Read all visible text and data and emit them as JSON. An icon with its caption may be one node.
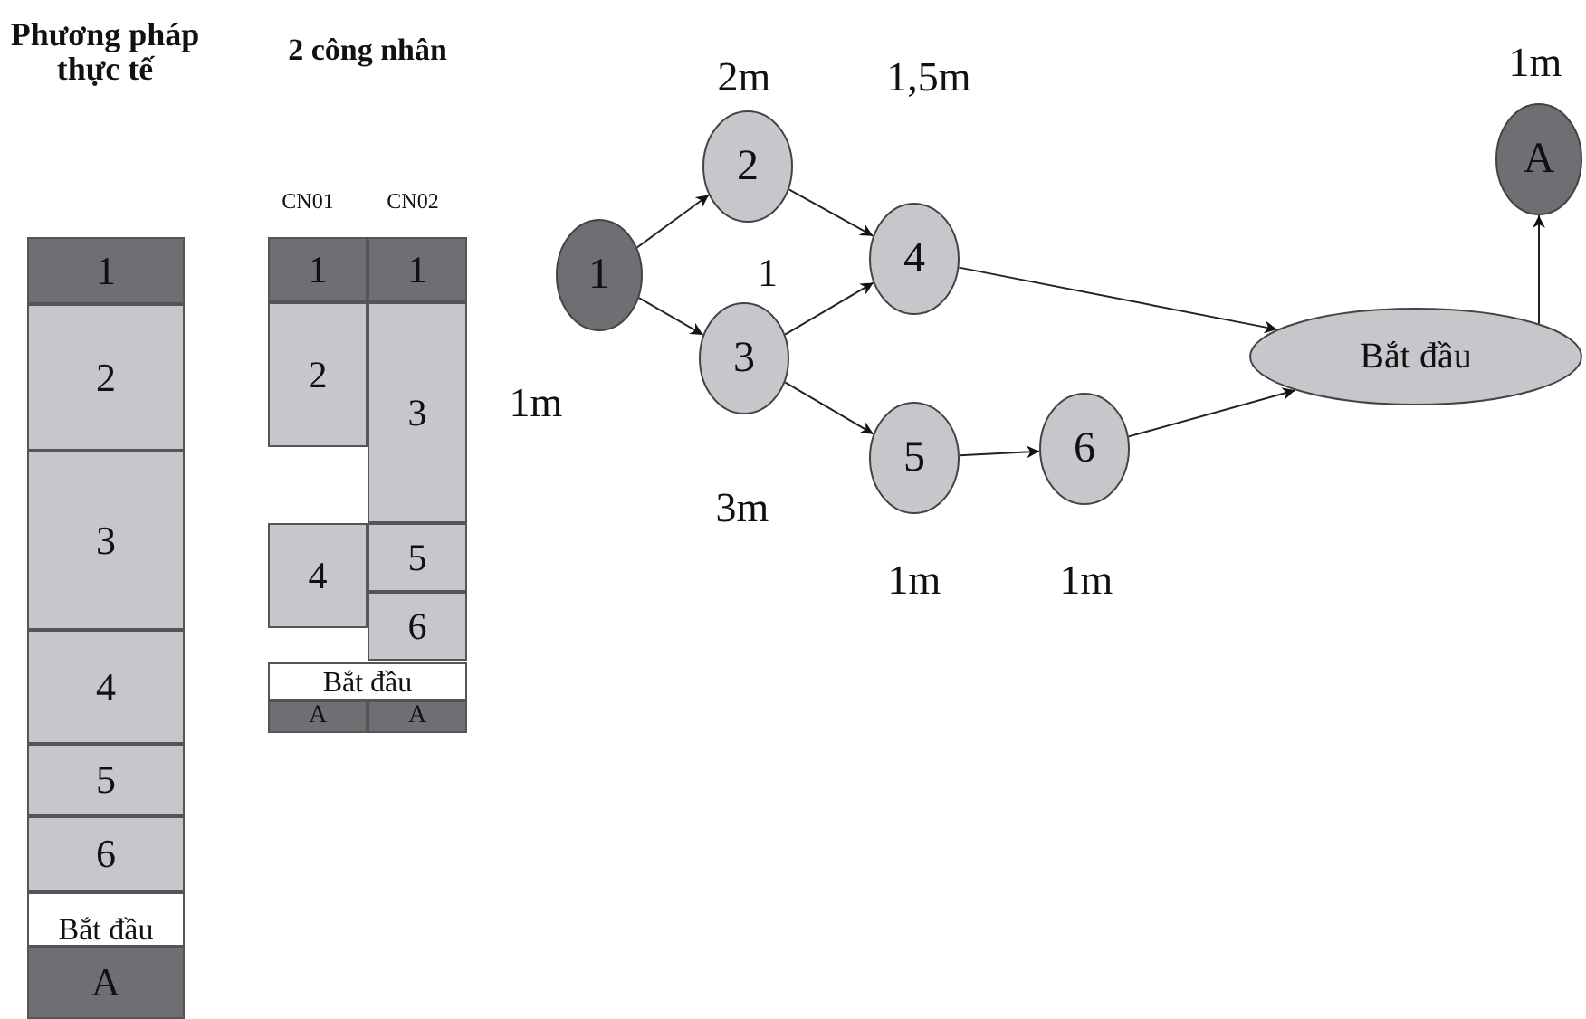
{
  "diagram": {
    "nodes": [
      {
        "text": [
          "1"
        ]
      },
      {
        "text": [
          "2"
        ]
      },
      {
        "text": [
          "3"
        ]
      },
      {
        "text": [
          "4"
        ]
      },
      {
        "text": [
          "5"
        ]
      },
      {
        "text": [
          "6"
        ]
      },
      {
        "text": [
          "Bắt đầu"
        ]
      },
      {
        "text": [
          "A"
        ]
      },
      {
        "text": [
          "1"
        ]
      },
      {
        "text": [
          "1"
        ]
      },
      {
        "text": [
          "2"
        ]
      },
      {
        "text": [
          "3"
        ]
      },
      {
        "text": [
          "4"
        ]
      },
      {
        "text": [
          "5"
        ]
      },
      {
        "text": [
          "6"
        ]
      },
      {
        "text": [
          "Bắt đầu"
        ]
      },
      {
        "text": [
          "A"
        ]
      },
      {
        "text": [
          "A"
        ]
      },
      {
        "text": [
          "1"
        ],
        "beside": [
          "1m"
        ]
      },
      {
        "text": [
          "2"
        ],
        "beside": [
          "2m"
        ]
      },
      {
        "text": [
          "3"
        ],
        "beside": [
          "3m"
        ]
      },
      {
        "text": [
          "4"
        ],
        "beside": [
          "1,5m"
        ]
      },
      {
        "text": [
          "5"
        ],
        "beside": [
          "1m"
        ]
      },
      {
        "text": [
          "6"
        ],
        "beside": [
          "1m"
        ]
      },
      {
        "text": [
          "Bắt đầu"
        ]
      },
      {
        "text": [
          "A"
        ],
        "beside": [
          "1m"
        ]
      }
    ],
    "edges": [
      {
        "from": 18,
        "to": 19,
        "arrow": "to"
      },
      {
        "from": 18,
        "to": 20,
        "arrow": "to"
      },
      {
        "from": 19,
        "to": 21,
        "arrow": "to"
      },
      {
        "from": 20,
        "to": 21,
        "arrow": "to"
      },
      {
        "from": 20,
        "to": 22,
        "arrow": "to"
      },
      {
        "from": 22,
        "to": 23,
        "arrow": "to"
      },
      {
        "from": 21,
        "to": 24,
        "arrow": "to"
      },
      {
        "from": 23,
        "to": 24,
        "arrow": "to"
      },
      {
        "from": 24,
        "to": 25,
        "arrow": "to"
      }
    ],
    "labels": [
      "Phương pháp thực tế",
      "2 công nhân",
      "CN01",
      "CN02",
      "1"
    ]
  }
}
